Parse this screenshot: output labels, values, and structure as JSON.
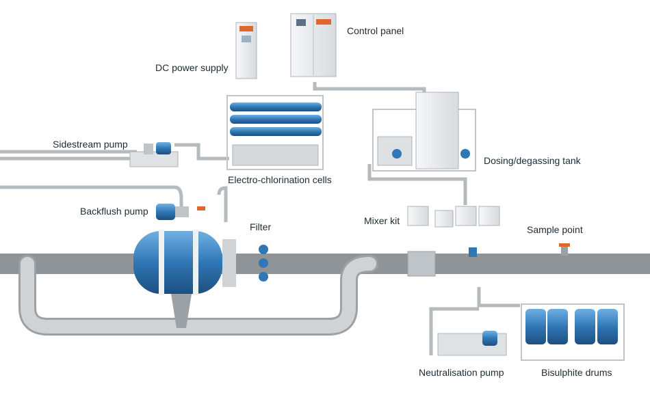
{
  "labels": {
    "control_panel": "Control panel",
    "dc_power_supply": "DC power supply",
    "sidestream_pump": "Sidestream pump",
    "electro_chlorination_cells": "Electro-chlorination cells",
    "dosing_degassing_tank": "Dosing/degassing tank",
    "backflush_pump": "Backflush pump",
    "filter": "Filter",
    "mixer_kit": "Mixer kit",
    "sample_point": "Sample point",
    "neutralisation_pump": "Neutralisation pump",
    "bisulphite_drums": "Bisulphite drums"
  },
  "colors": {
    "pipe": "#c3c7ca",
    "pipe_dark": "#9ca1a5",
    "equipment_blue": "#2f77b5",
    "cabinet": "#e9ecee",
    "accent_orange": "#e0662b",
    "text": "#1d2a33"
  }
}
